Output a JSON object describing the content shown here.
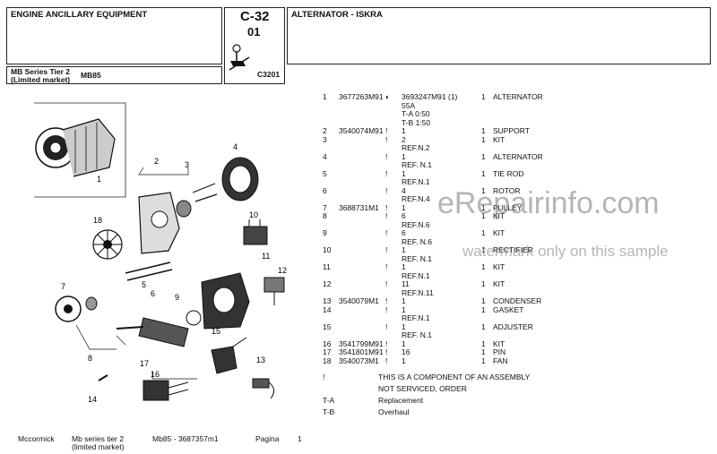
{
  "header": {
    "section_title": "ENGINE ANCILLARY EQUIPMENT",
    "code_main": "C-32",
    "code_sub": "01",
    "illustration_code": "C3201",
    "model_series": "MB Series Tier 2",
    "model_market": "(Limited market)",
    "model_name": "MB85",
    "part_title": "ALTERNATOR - ISKRA"
  },
  "parts": [
    {
      "ref": "1",
      "part_no": "3677263M91",
      "sym": "◐",
      "alt": "3693247M91  (1)",
      "qty": "1",
      "desc": "ALTERNATOR",
      "notes": [
        "55A",
        "T-A 0:50",
        "T-B 1:50"
      ]
    },
    {
      "ref": "2",
      "part_no": "3540074M91",
      "sym": "!",
      "alt": "1",
      "qty": "1",
      "desc": "SUPPORT",
      "notes": []
    },
    {
      "ref": "3",
      "part_no": "",
      "sym": "!",
      "alt": "2",
      "qty": "1",
      "desc": "KIT",
      "notes": [
        "REF.N.2"
      ]
    },
    {
      "ref": "4",
      "part_no": "",
      "sym": "!",
      "alt": "1",
      "qty": "1",
      "desc": "ALTERNATOR",
      "notes": [
        "REF. N.1"
      ]
    },
    {
      "ref": "5",
      "part_no": "",
      "sym": "!",
      "alt": "1",
      "qty": "1",
      "desc": "TIE ROD",
      "notes": [
        "REF.N.1"
      ]
    },
    {
      "ref": "6",
      "part_no": "",
      "sym": "!",
      "alt": "4",
      "qty": "1",
      "desc": "ROTOR",
      "notes": [
        "REF.N.4"
      ]
    },
    {
      "ref": "7",
      "part_no": "3688731M1",
      "sym": "!",
      "alt": "1",
      "qty": "1",
      "desc": "PULLEY",
      "notes": []
    },
    {
      "ref": "8",
      "part_no": "",
      "sym": "!",
      "alt": "6",
      "qty": "1",
      "desc": "KIT",
      "notes": [
        "REF.N.6"
      ]
    },
    {
      "ref": "9",
      "part_no": "",
      "sym": "!",
      "alt": "6",
      "qty": "1",
      "desc": "KIT",
      "notes": [
        "REF. N.6"
      ]
    },
    {
      "ref": "10",
      "part_no": "",
      "sym": "!",
      "alt": "1",
      "qty": "1",
      "desc": "RECTIFIER",
      "notes": [
        "REF. N.1"
      ]
    },
    {
      "ref": "11",
      "part_no": "",
      "sym": "!",
      "alt": "1",
      "qty": "1",
      "desc": "KIT",
      "notes": [
        "REF.N.1"
      ]
    },
    {
      "ref": "12",
      "part_no": "",
      "sym": "!",
      "alt": "11",
      "qty": "1",
      "desc": "KIT",
      "notes": [
        "REF.N.11"
      ]
    },
    {
      "ref": "13",
      "part_no": "3540079M1",
      "sym": "!",
      "alt": "1",
      "qty": "1",
      "desc": "CONDENSER",
      "notes": []
    },
    {
      "ref": "14",
      "part_no": "",
      "sym": "!",
      "alt": "1",
      "qty": "1",
      "desc": "GASKET",
      "notes": [
        "REF.N.1"
      ]
    },
    {
      "ref": "15",
      "part_no": "",
      "sym": "!",
      "alt": "1",
      "qty": "1",
      "desc": "ADJUSTER",
      "notes": [
        "REF. N.1"
      ]
    },
    {
      "ref": "16",
      "part_no": "3541799M91",
      "sym": "!",
      "alt": "1",
      "qty": "1",
      "desc": "KIT",
      "notes": []
    },
    {
      "ref": "17",
      "part_no": "3541801M91",
      "sym": "!",
      "alt": "16",
      "qty": "1",
      "desc": "PIN",
      "notes": []
    },
    {
      "ref": "18",
      "part_no": "3540073M1",
      "sym": "!",
      "alt": "1",
      "qty": "1",
      "desc": "FAN",
      "notes": []
    }
  ],
  "legend": [
    {
      "symbol": "!",
      "text": "THIS IS A COMPONENT OF AN ASSEMBLY"
    },
    {
      "symbol": "",
      "text": "NOT SERVICED, ORDER"
    },
    {
      "symbol": "T-A",
      "text": "Replacement"
    },
    {
      "symbol": "T-B",
      "text": "Overhaul"
    }
  ],
  "footer": {
    "brand": "Mccormick",
    "series_line1": "Mb series tier 2",
    "series_line2": "(limited market)",
    "model_ref": "Mb85  - 3687357m1",
    "page_label": "Pagina",
    "page_number": "1"
  },
  "watermark": {
    "big": "eRepairinfo.com",
    "small": "watermark only on this sample"
  },
  "diagram_labels": [
    "1",
    "2",
    "3",
    "4",
    "5",
    "6",
    "7",
    "8",
    "9",
    "10",
    "11",
    "12",
    "13",
    "14",
    "15",
    "16",
    "17",
    "18"
  ]
}
